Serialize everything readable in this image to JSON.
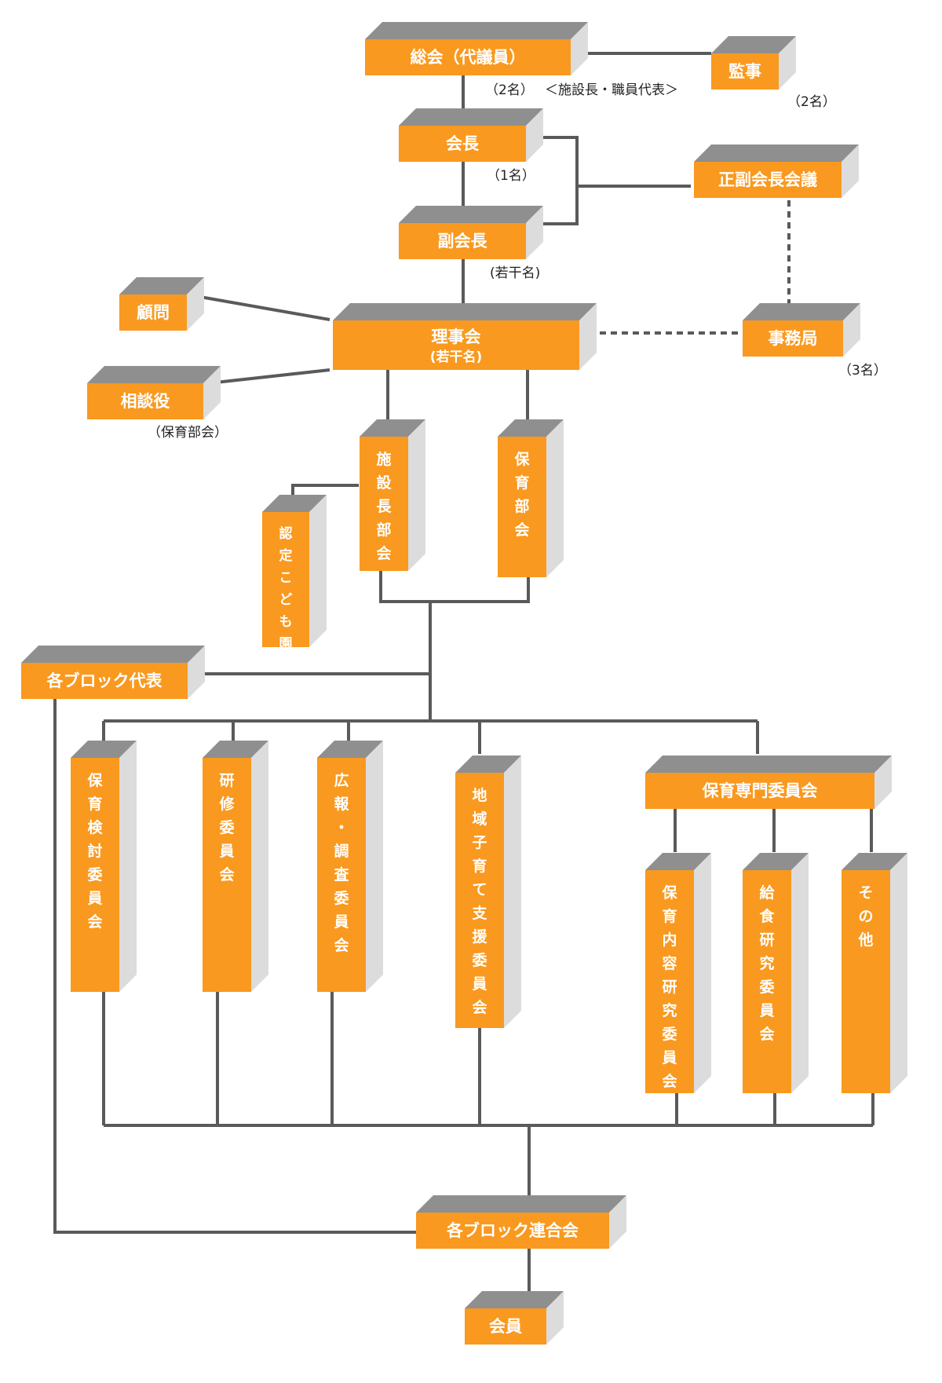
{
  "nodes": {
    "soukai": "総会（代議員）",
    "kanji": "監事",
    "kaicho": "会長",
    "seifuku": "正副会長会議",
    "fukukaicho": "副会長",
    "komon": "顧問",
    "rijikai": "理事会",
    "rijikai_sub": "(若干名)",
    "jimukyoku": "事務局",
    "sodanyaku": "相談役",
    "shisetsucho": "施設長部会",
    "hoiku_bukai": "保育部会",
    "nintei": "認定こども園部会",
    "block_daihyo": "各ブロック代表",
    "hoiku_kento": "保育検討委員会",
    "kenshu": "研修委員会",
    "koho": "広報・調査委員会",
    "chiiki": "地域子育て支援委員会",
    "senmon": "保育専門委員会",
    "naiyo": "保育内容研究委員会",
    "kyushoku": "給食研究委員会",
    "sonota": "その他",
    "rengokai": "各ブロック連合会",
    "kaiin": "会員"
  },
  "notes": {
    "daigiin_count": "（2名）",
    "shisetsucho_shokuin": "＜施設長・職員代表＞",
    "kanji_count": "（2名）",
    "kaicho_count": "（1名）",
    "fukukaicho_count": "(若干名)",
    "jimukyoku_count": "（3名）",
    "sodanyaku_note": "（保育部会）"
  },
  "colors": {
    "box": "#f9991f",
    "top_face": "#8f8f8f",
    "side_face": "#dcdcdc",
    "line": "#5a5a5a",
    "text_on_box": "#ffffff",
    "note_text": "#222222"
  }
}
